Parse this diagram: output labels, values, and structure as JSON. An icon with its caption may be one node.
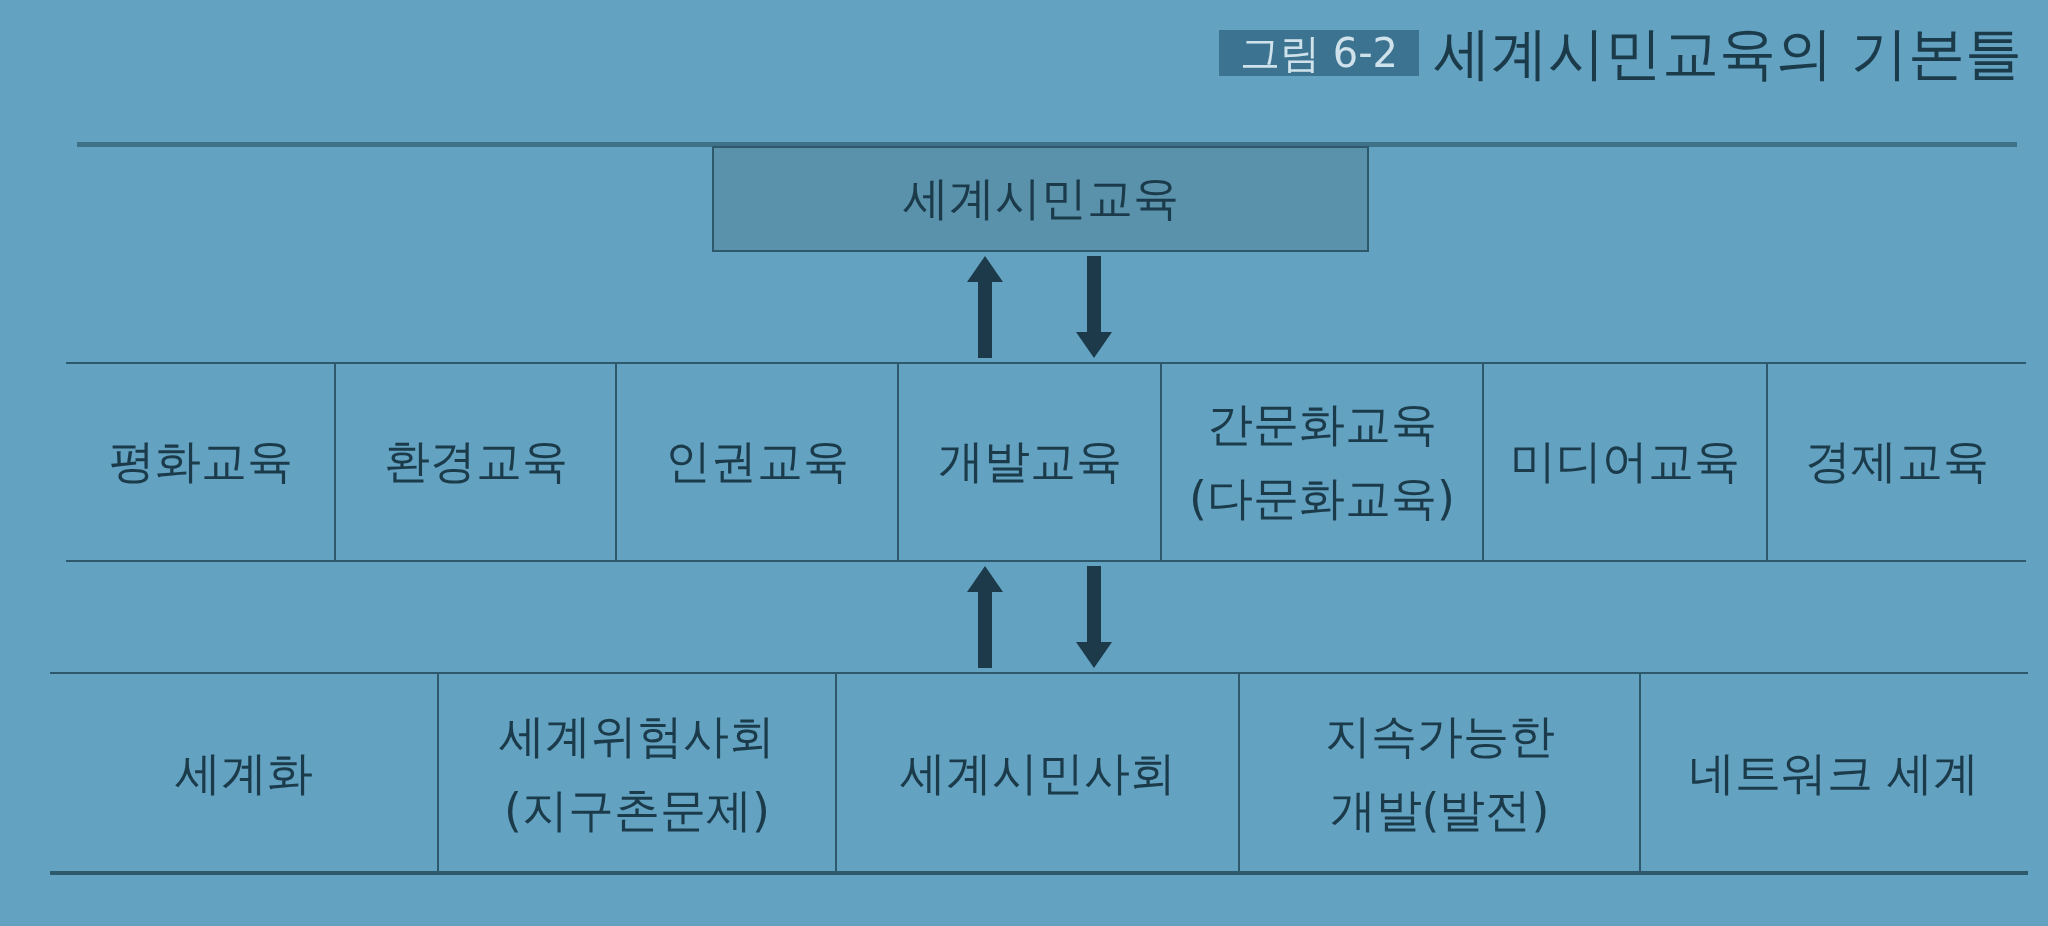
{
  "diagram": {
    "title": "세계시민교육의 기본틀",
    "nodes": [
      {
        "text": [
          "세계시민교육"
        ]
      },
      {
        "text": [],
        "shape": "band"
      },
      {
        "text": [
          "평화교육"
        ],
        "in": 1
      },
      {
        "text": [
          "환경교육"
        ],
        "in": 1
      },
      {
        "text": [
          "인권교육"
        ],
        "in": 1
      },
      {
        "text": [
          "개발교육"
        ],
        "in": 1
      },
      {
        "text": [
          "간문화교육 (다문화교육)"
        ],
        "in": 1
      },
      {
        "text": [
          "미디어교육"
        ],
        "in": 1
      },
      {
        "text": [
          "경제교육"
        ],
        "in": 1
      },
      {
        "text": [],
        "shape": "band"
      },
      {
        "text": [
          "세계화"
        ],
        "in": 9
      },
      {
        "text": [
          "세계위험사회 (지구촌문제)"
        ],
        "in": 9
      },
      {
        "text": [
          "세계시민사회"
        ],
        "in": 9
      },
      {
        "text": [
          "지속가능한 개발(발전)"
        ],
        "in": 9
      },
      {
        "text": [
          "네트워크 세계"
        ],
        "in": 9
      }
    ],
    "edges": [
      {
        "from": 1,
        "to": 0,
        "arrow": "to"
      },
      {
        "from": 0,
        "to": 1,
        "arrow": "to"
      },
      {
        "from": 9,
        "to": 1,
        "arrow": "to"
      },
      {
        "from": 1,
        "to": 9,
        "arrow": "to"
      }
    ],
    "labels": [
      "그림 6-2"
    ]
  }
}
